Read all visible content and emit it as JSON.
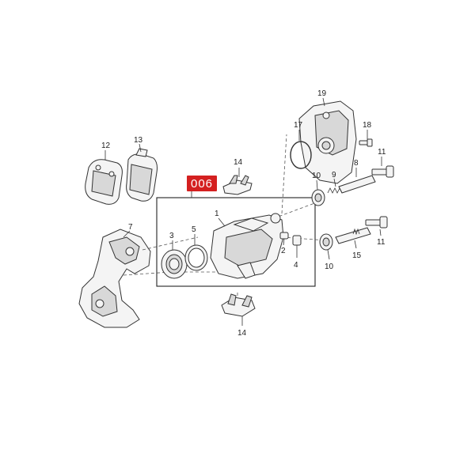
{
  "highlight": {
    "label": "006",
    "color": "#d42020"
  },
  "callouts": {
    "c1": "1",
    "c2": "2",
    "c3": "3",
    "c4": "4",
    "c5": "5",
    "c7": "7",
    "c8": "8",
    "c9": "9",
    "c10a": "10",
    "c10b": "10",
    "c11a": "11",
    "c11b": "11",
    "c12": "12",
    "c13": "13",
    "c14a": "14",
    "c14b": "14",
    "c15": "15",
    "c17": "17",
    "c18": "18",
    "c19": "19"
  }
}
